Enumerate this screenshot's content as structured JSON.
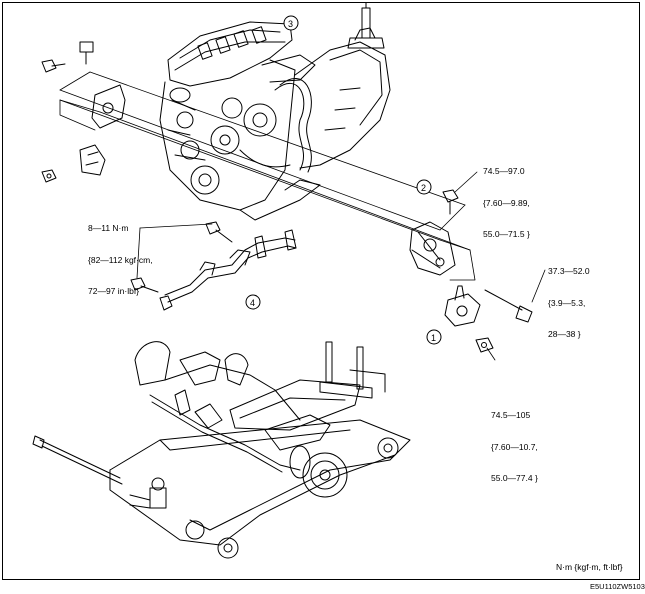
{
  "callouts": [
    "1",
    "2",
    "3",
    "4"
  ],
  "torque_specs": {
    "upper_right": [
      "74.5—97.0",
      "{7.60—9.89,",
      "55.0—71.5 }"
    ],
    "right": [
      "37.3—52.0",
      "{3.9—5.3,",
      "28—38 }"
    ],
    "lower_right": [
      "74.5—105",
      "{7.60—10.7,",
      "55.0—77.4 }"
    ],
    "left": [
      "8—11 N·m",
      "{82—112 kgf·cm,",
      "72—97 in·lbf}"
    ]
  },
  "units_legend": "N·m {kgf·m, ft·lbf}",
  "figure_id": "E5U110ZW5103"
}
